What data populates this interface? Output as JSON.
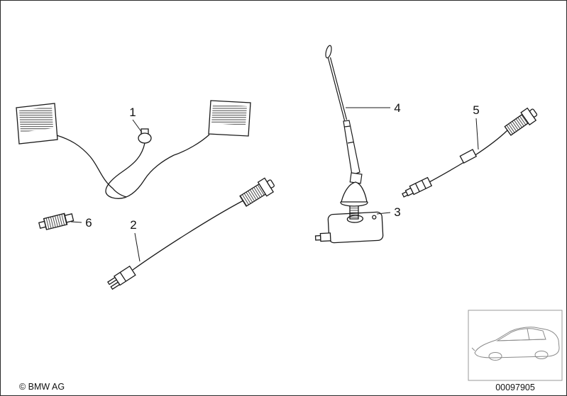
{
  "colors": {
    "line": "#1a1a1a",
    "background": "#ffffff",
    "thumbnail_frame": "#9a9a9a"
  },
  "callouts": {
    "c1": "1",
    "c2": "2",
    "c3": "3",
    "c4": "4",
    "c5": "5",
    "c6": "6"
  },
  "footer": {
    "copyright": "© BMW AG",
    "diagram_number": "00097905"
  }
}
